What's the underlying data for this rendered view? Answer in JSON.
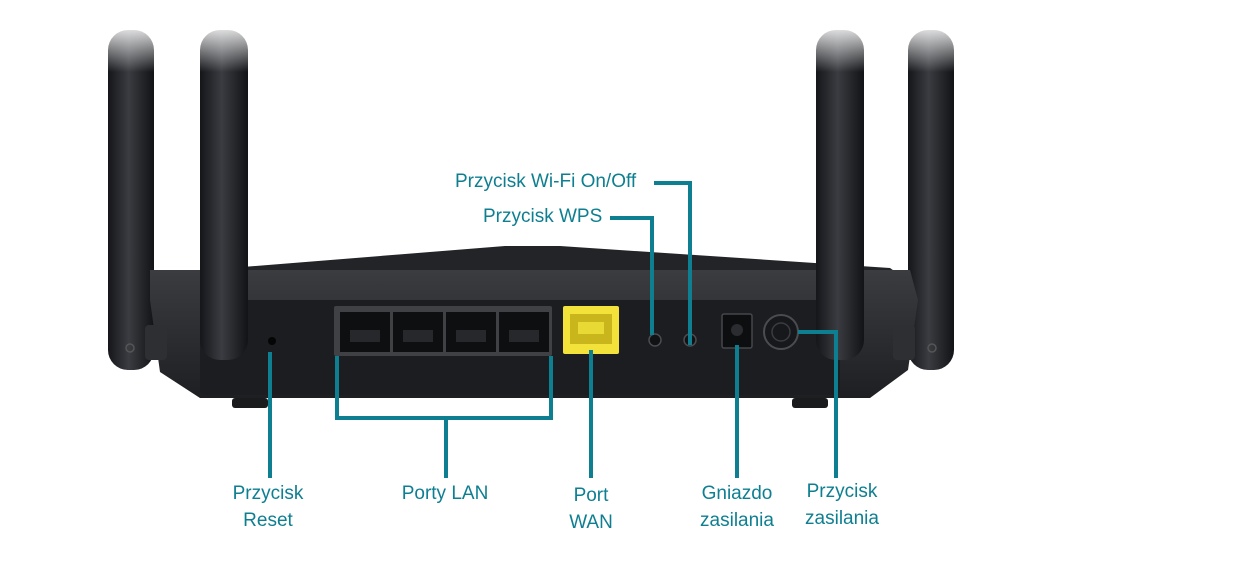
{
  "colors": {
    "accent": "#0e7f91",
    "router_body": "#2b2d30",
    "router_face": "#1d1e20",
    "wan_port": "#f2e23a",
    "background": "#ffffff"
  },
  "callouts": {
    "wifi_button": "Przycisk Wi-Fi On/Off",
    "wps_button": "Przycisk WPS",
    "reset": [
      "Przycisk",
      "Reset"
    ],
    "lan_ports": "Porty LAN",
    "wan_port": [
      "Port",
      "WAN"
    ],
    "power_socket": [
      "Gniazdo",
      "zasilania"
    ],
    "power_button": [
      "Przycisk",
      "zasilania"
    ]
  }
}
